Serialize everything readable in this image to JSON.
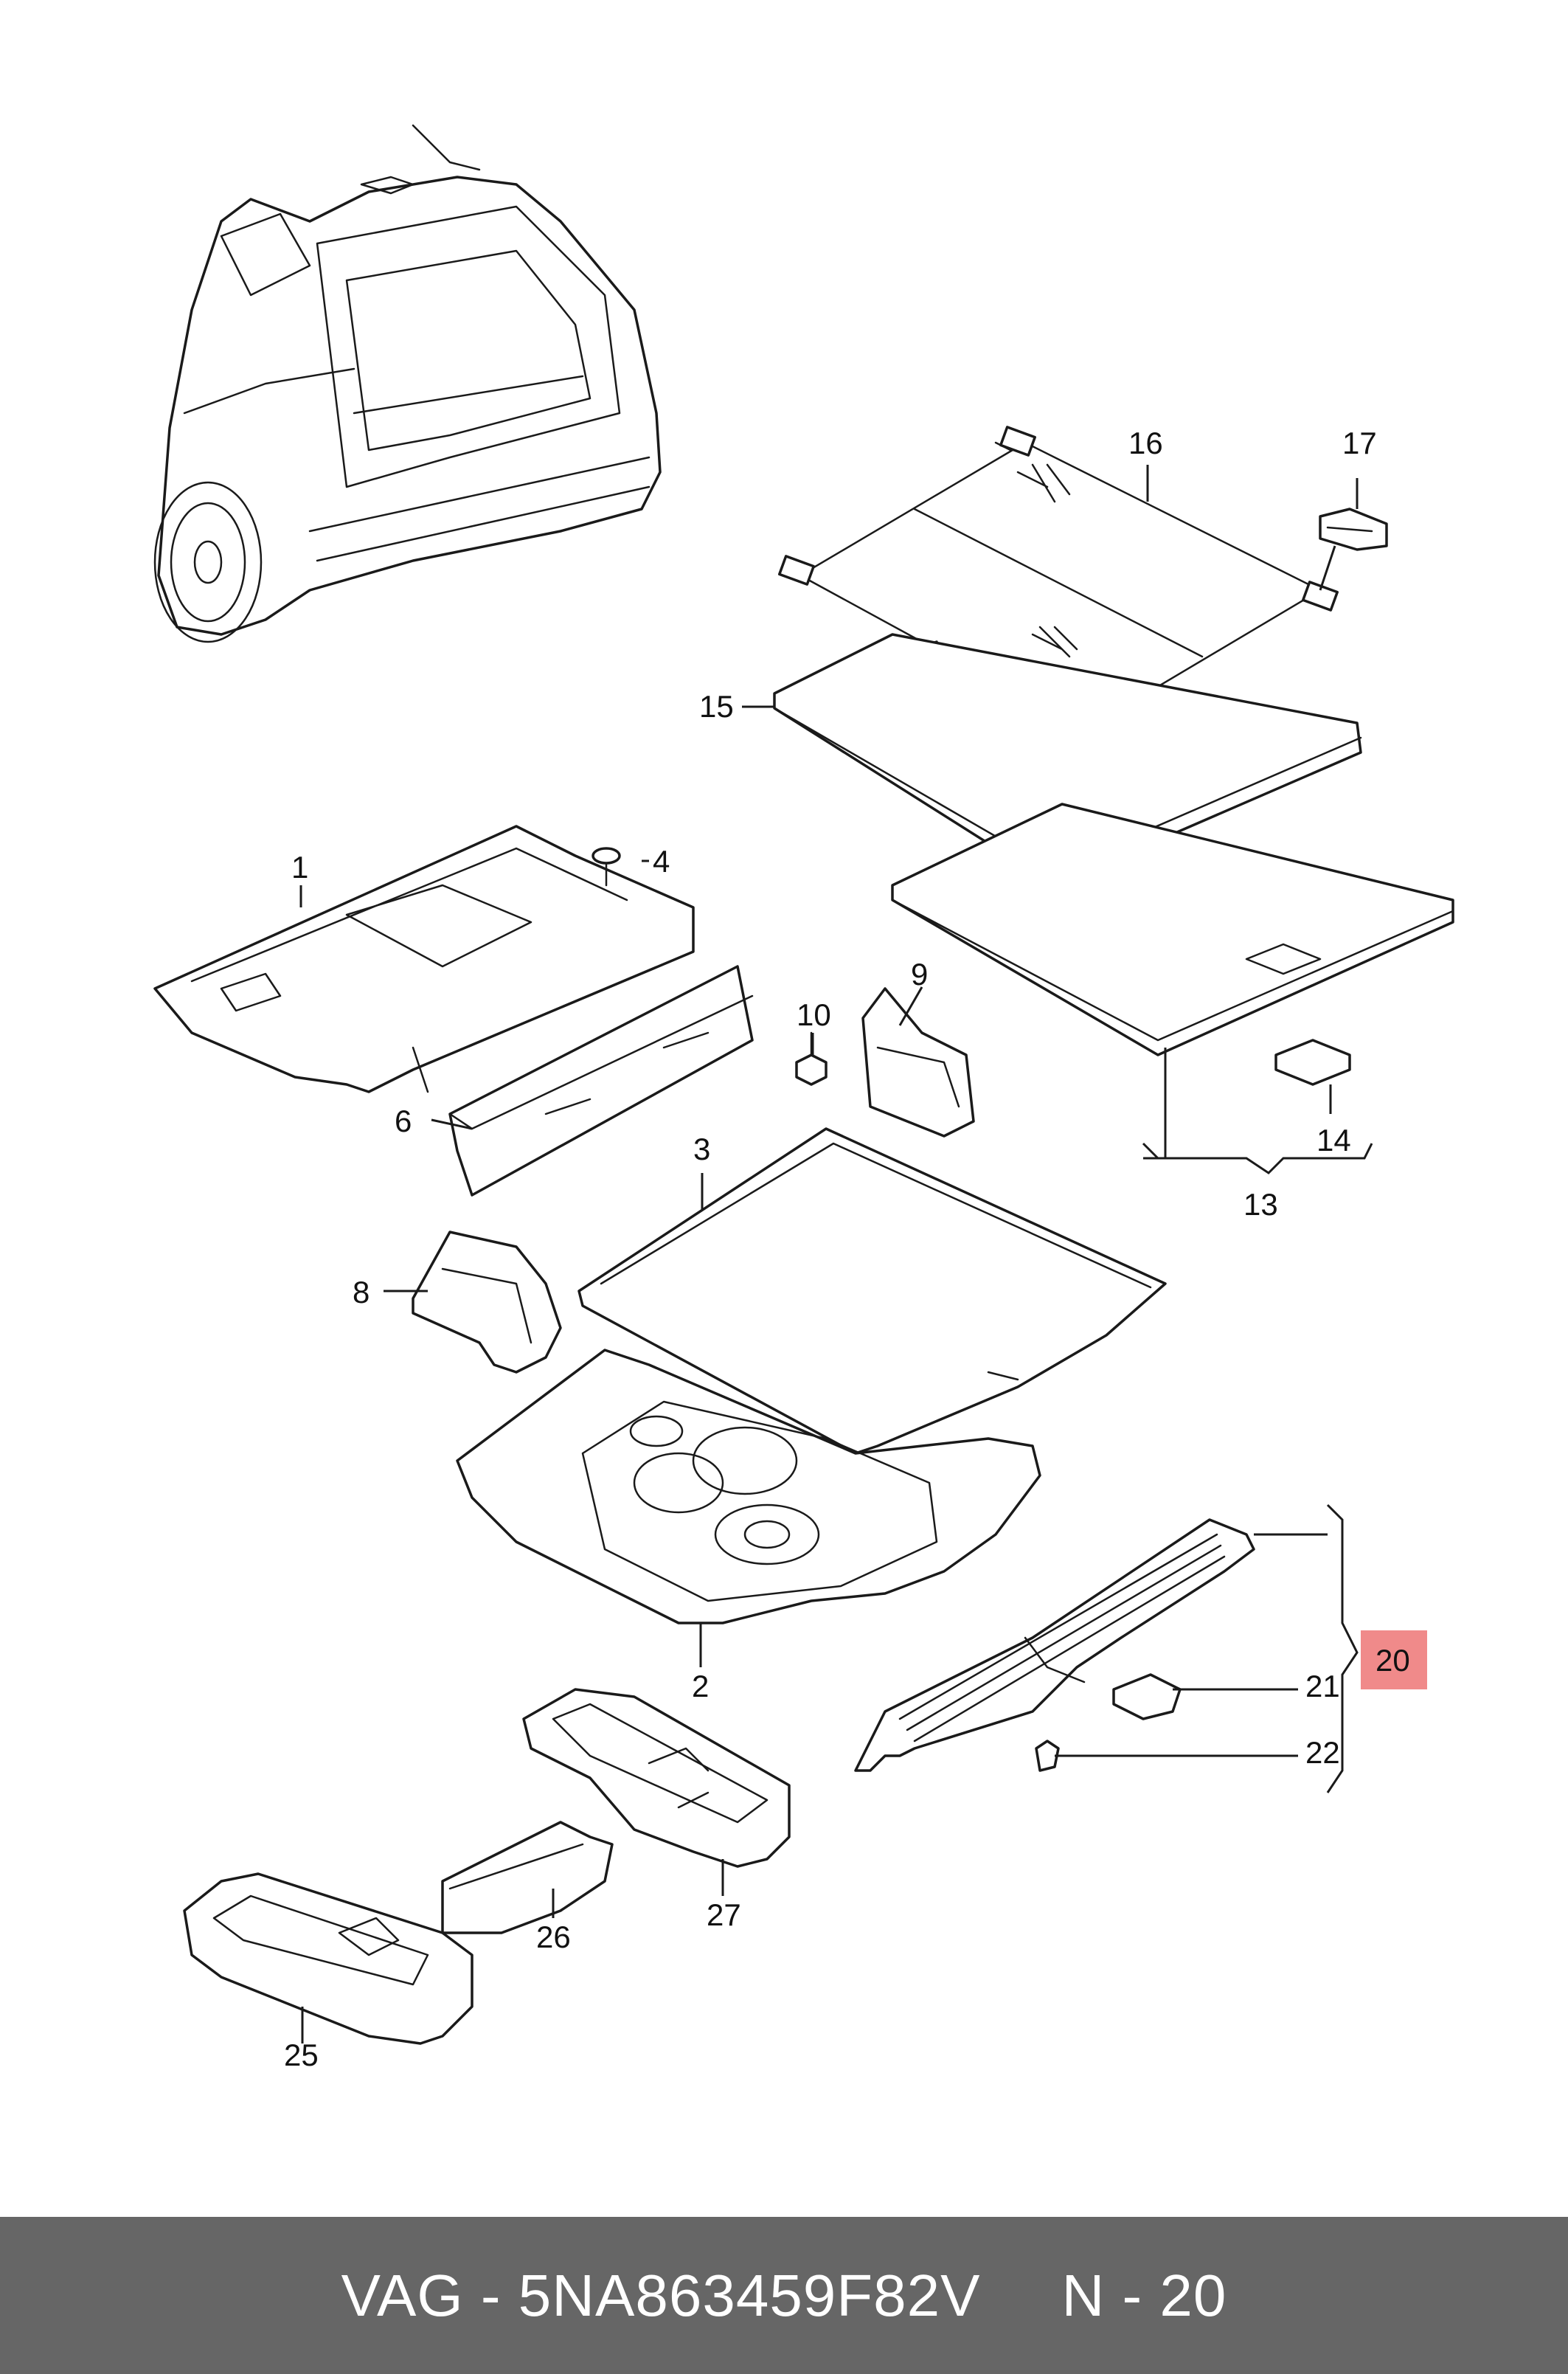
{
  "callouts": {
    "c1": "1",
    "c2": "2",
    "c3": "3",
    "c4": "4",
    "c6": "6",
    "c8": "8",
    "c9": "9",
    "c10": "10",
    "c13": "13",
    "c14": "14",
    "c15": "15",
    "c16": "16",
    "c17": "17",
    "c20": "20",
    "c21": "21",
    "c22": "22",
    "c25": "25",
    "c26": "26",
    "c27": "27"
  },
  "highlight_color": "#f08a8a",
  "footer": {
    "brand": "VAG",
    "separator": " - ",
    "part_number": "5NA863459F82V",
    "position": "N - 20",
    "background": "#666666"
  }
}
